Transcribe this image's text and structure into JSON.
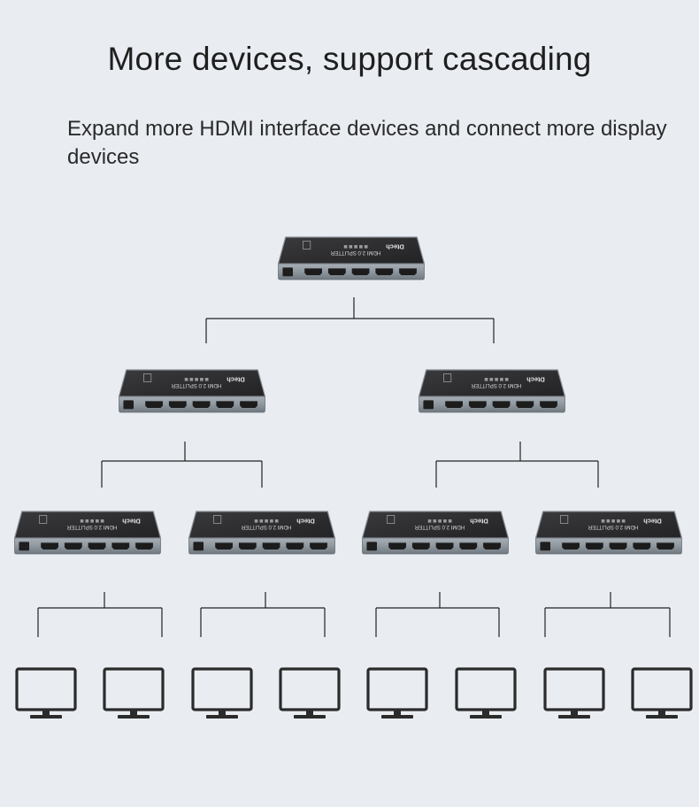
{
  "heading": {
    "title": "More devices, support cascading",
    "subtitle": "Expand more HDMI interface devices and connect more display devices"
  },
  "device": {
    "brand": "Dtech",
    "model": "HDMI 2.0 SPLITTER"
  },
  "topology": {
    "levels": [
      {
        "name": "root",
        "devices": 1,
        "kind": "splitter"
      },
      {
        "name": "level-2",
        "devices": 2,
        "kind": "splitter"
      },
      {
        "name": "level-3",
        "devices": 4,
        "kind": "splitter"
      },
      {
        "name": "displays",
        "devices": 8,
        "kind": "monitor"
      }
    ],
    "fanout": 2
  },
  "colors": {
    "background": "#e9edf2",
    "line": "#222222",
    "splitter_top": "#2f2f31",
    "splitter_body": "#8e969e",
    "monitor": "#2b2b2b"
  }
}
